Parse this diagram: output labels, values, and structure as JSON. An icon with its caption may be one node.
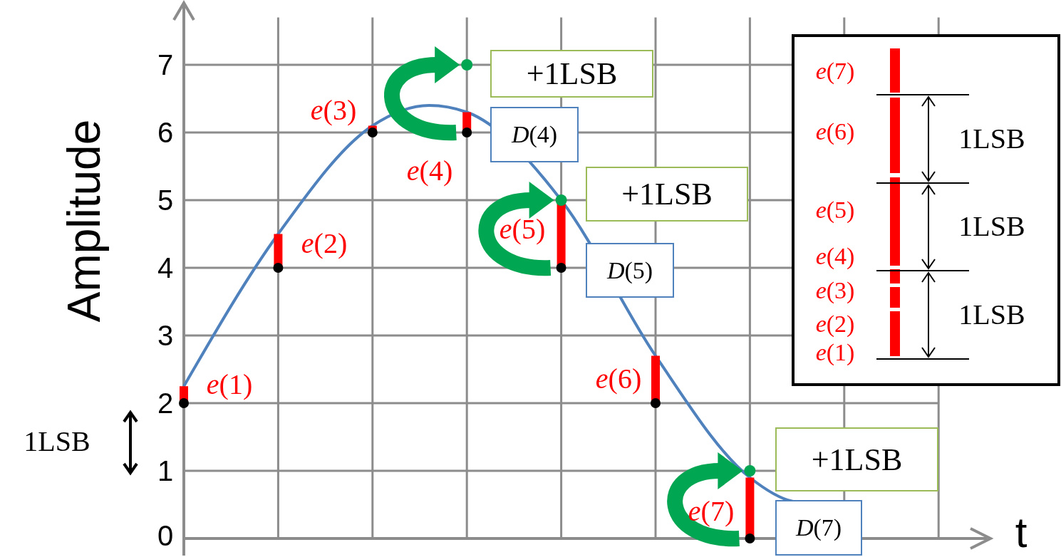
{
  "diagram": {
    "nodes": [
      {
        "text": [
          "+1LSB"
        ]
      },
      {
        "text": [
          "*D*(4)"
        ]
      },
      {
        "text": [
          "+1LSB"
        ]
      },
      {
        "text": [
          "*D*(5)"
        ]
      },
      {
        "text": [
          "+1LSB"
        ]
      },
      {
        "text": [
          "*D*(7)"
        ]
      }
    ],
    "labels": [
      "7",
      "6",
      "5",
      "4",
      "3",
      "2",
      "1",
      "0",
      "Amplitude",
      "t",
      "1LSB",
      "*e*(1)",
      "*e*(2)",
      "*e*(3)",
      "*e*(4)",
      "*e*(5)",
      "*e*(6)",
      "*e*(7)",
      "*e*(7)",
      "*e*(6)",
      "*e*(5)",
      "*e*(4)",
      "*e*(3)",
      "*e*(2)",
      "*e*(1)",
      "1LSB",
      "1LSB",
      "1LSB"
    ]
  }
}
